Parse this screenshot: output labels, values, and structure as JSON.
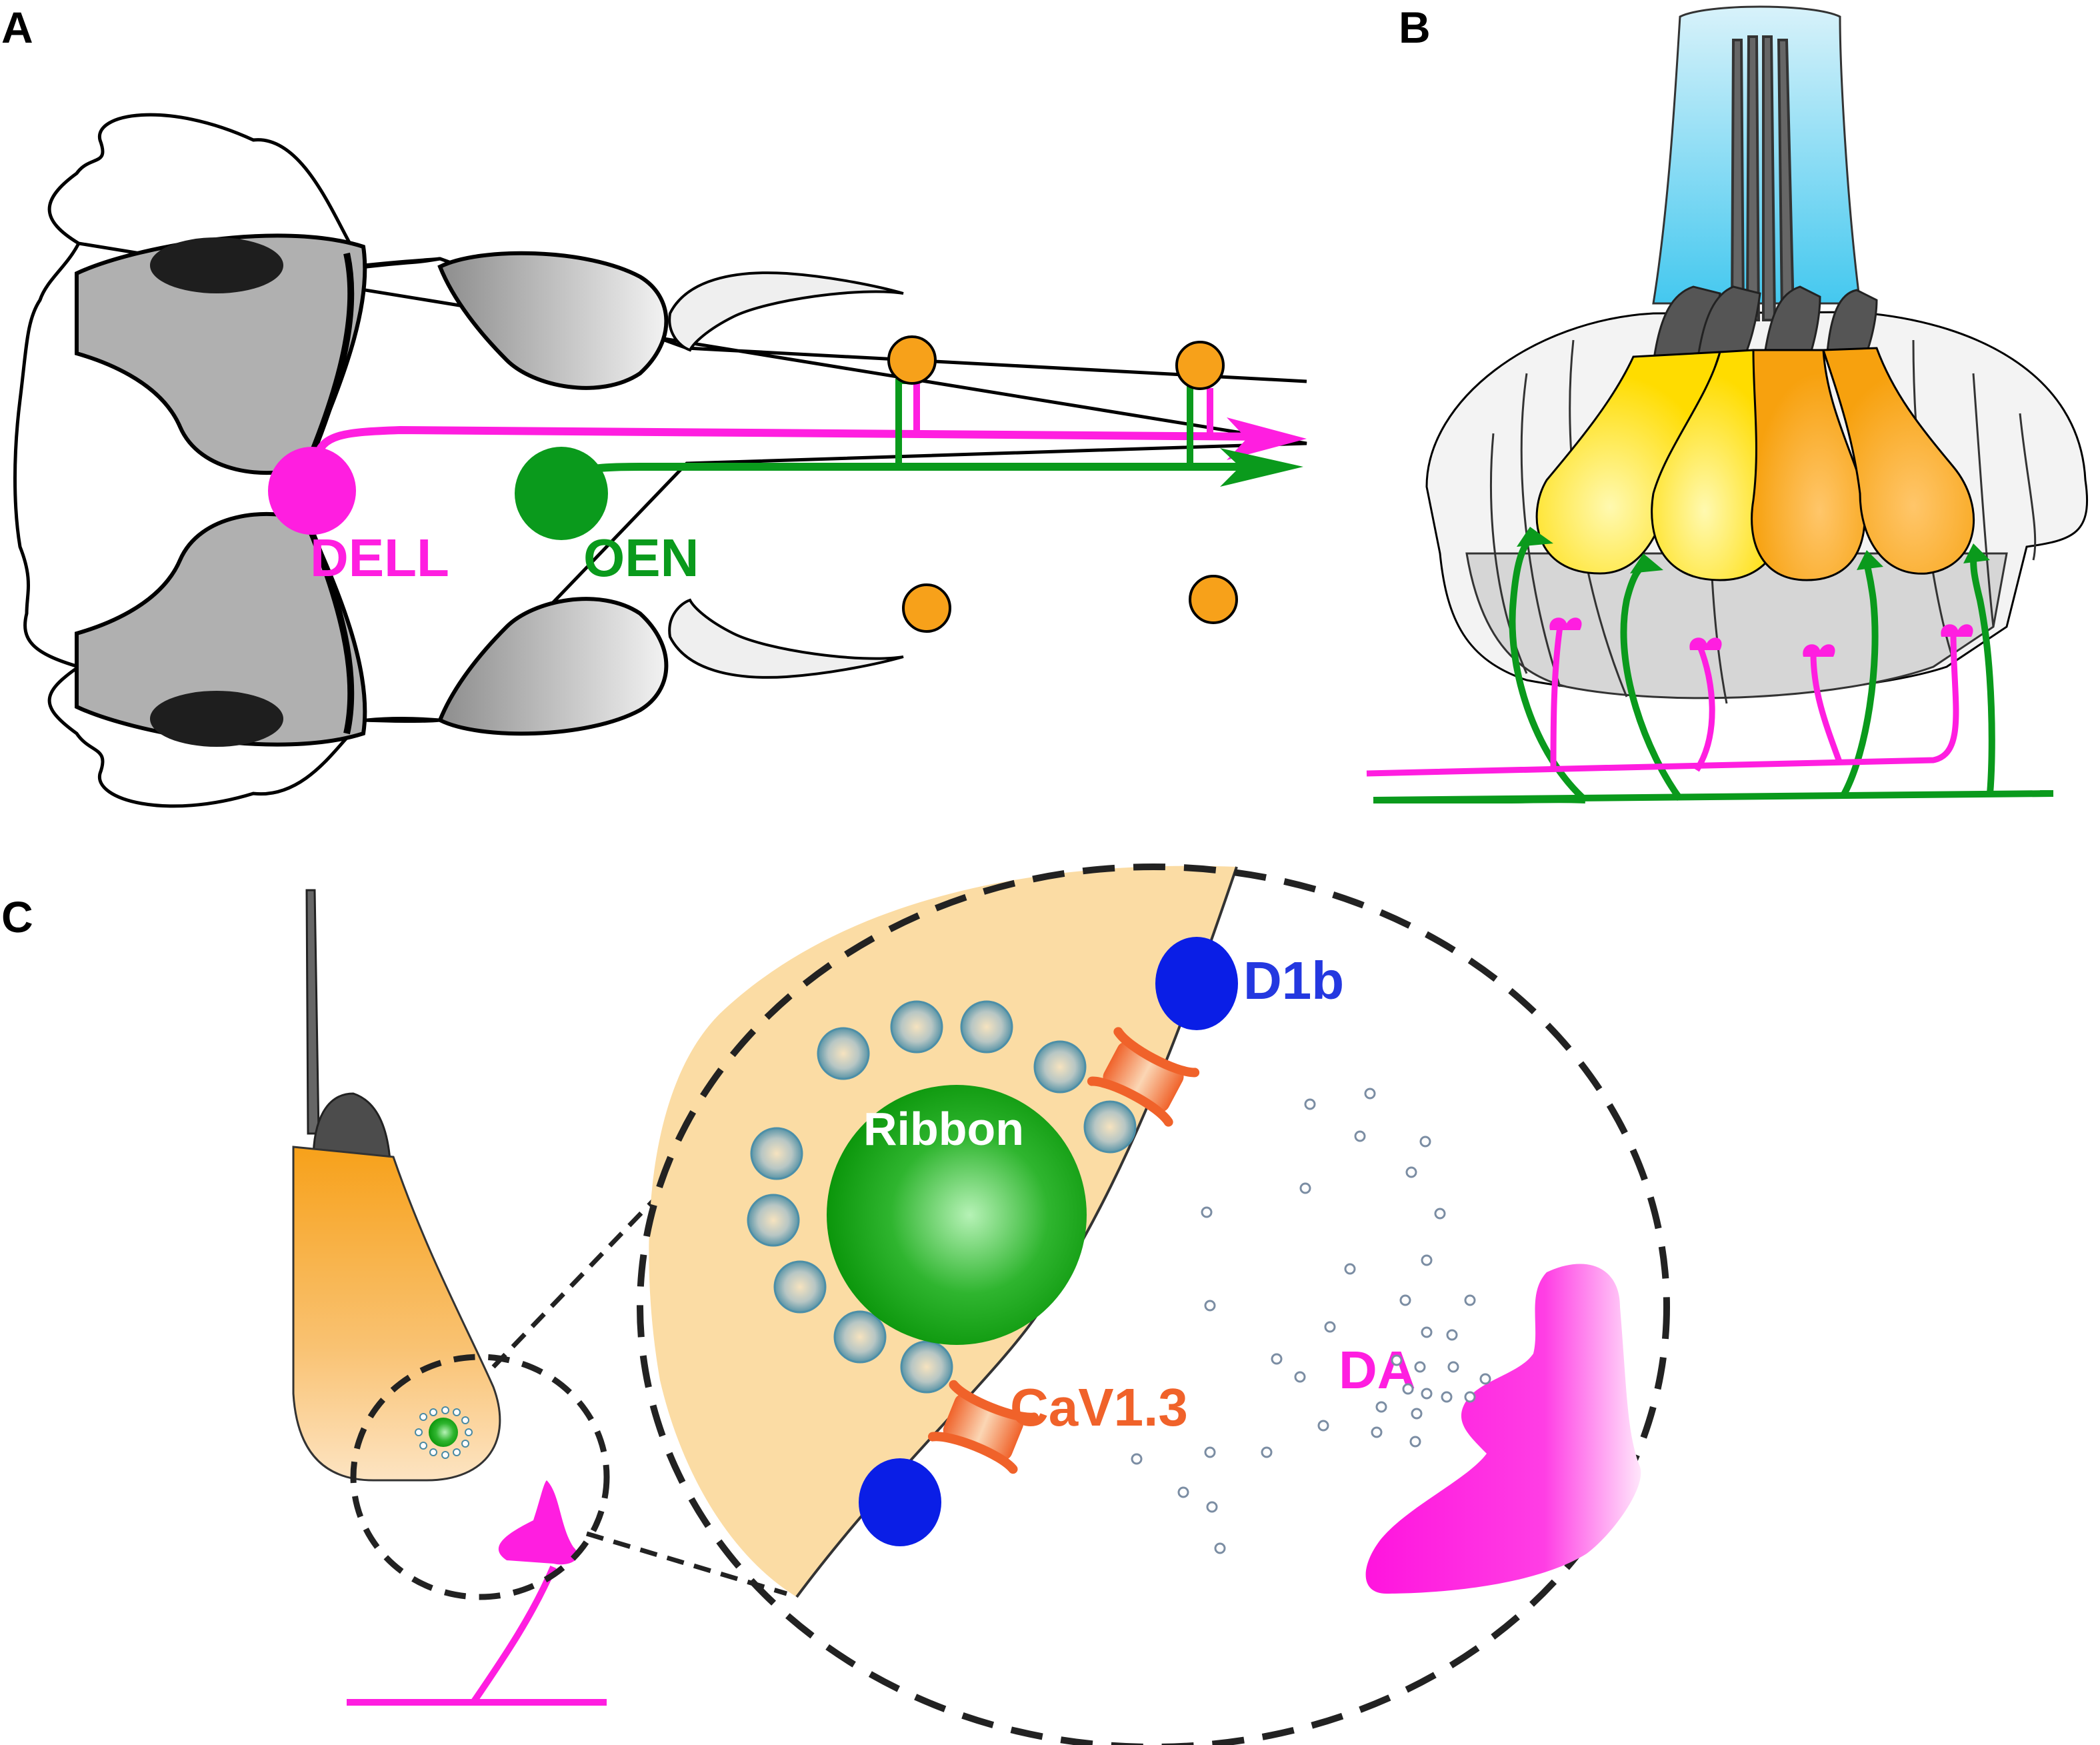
{
  "panels": {
    "a": {
      "letter": "A",
      "cell_labels": {
        "dell": "DELL",
        "oen": "OEN"
      }
    },
    "b": {
      "letter": "B"
    },
    "c": {
      "letter": "C",
      "labels": {
        "ribbon": "Ribbon",
        "d1b": "D1b",
        "cav": "CaV1.3",
        "da": "DA"
      }
    }
  },
  "colors": {
    "dell_magenta": "#ff1ee0",
    "oen_green": "#0a9a1c",
    "neuromast_orange": "#f7a11a",
    "hair_cell_yellow": "#ffe000",
    "hair_cell_orange": "#f8a616",
    "d1b_blue": "#0a1ee6",
    "cav_orange": "#f0622a",
    "terminal_peach": "#fbdca4",
    "head_gray": "#b4b4b4"
  }
}
